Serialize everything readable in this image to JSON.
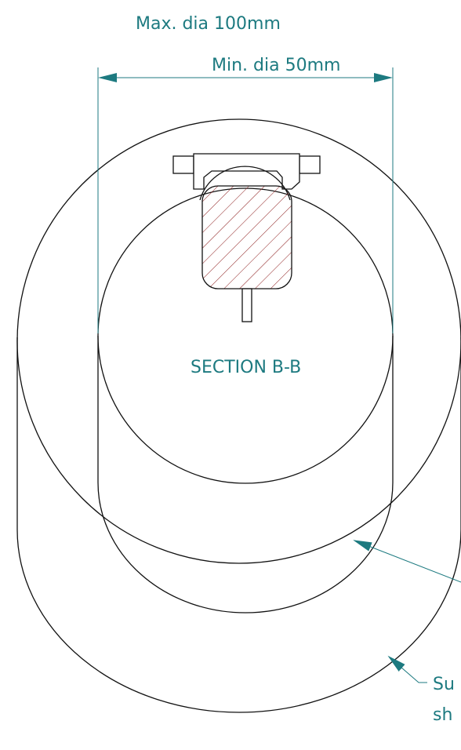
{
  "labels": {
    "max_dia": "Max. dia 100mm",
    "min_dia": "Min. dia 50mm",
    "section": "SECTION B-B",
    "callout_bottom_line1": "Su",
    "callout_bottom_line2": "sh"
  },
  "colors": {
    "outline": "#111111",
    "annotation": "#1d7a80",
    "hatch": "#8b1a1a",
    "background": "#ffffff"
  }
}
